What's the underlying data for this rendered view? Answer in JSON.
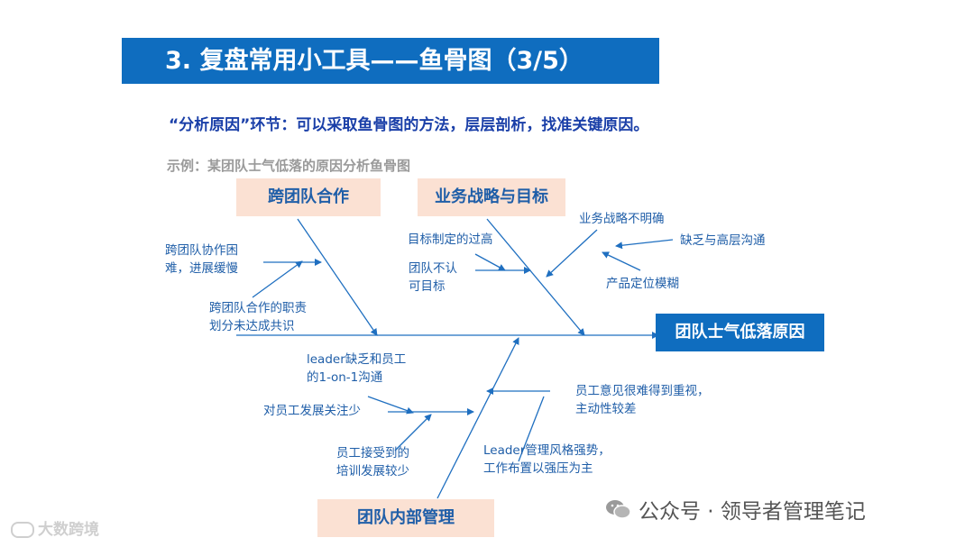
{
  "title": "3. 复盘常用小工具——鱼骨图（3/5）",
  "headline": "“分析原因”环节：可以采取鱼骨图的方法，层层剖析，找准关键原因。",
  "example": "示例：某团队士气低落的原因分析鱼骨图",
  "problem": "团队士气低落原因",
  "categories": {
    "cross_team": "跨团队合作",
    "strategy": "业务战略与目标",
    "internal": "团队内部管理"
  },
  "causes": {
    "cross_team": {
      "c1_line1": "跨团队协作困",
      "c1_line2": "难，进展缓慢",
      "c2_line1": "跨团队合作的职责",
      "c2_line2": "划分未达成共识"
    },
    "strategy": {
      "c1": "目标制定的过高",
      "c2_line1": "团队不认",
      "c2_line2": "可目标",
      "c3": "业务战略不明确",
      "c3_sub1": "缺乏与高层沟通",
      "c3_sub2": "产品定位模糊"
    },
    "internal": {
      "c1_line1": "leader缺乏和员工",
      "c1_line2": "的1-on-1沟通",
      "c2": "对员工发展关注少",
      "c3_line1": "员工接受到的",
      "c3_line2": "培训发展较少",
      "c4_line1": "员工意见很难得到重视，",
      "c4_line2": "主动性较差",
      "c5_line1": "Leader管理风格强势，",
      "c5_line2": "工作布置以强压为主"
    }
  },
  "watermark": "公众号 · 领导者管理笔记",
  "brand": "大数跨境",
  "colors": {
    "accent": "#0f6dbf",
    "category_fill": "#fbe1d3",
    "text_blue": "#1f5ea8",
    "headline_blue": "#1a3fa8",
    "line": "#1f6fc0"
  }
}
